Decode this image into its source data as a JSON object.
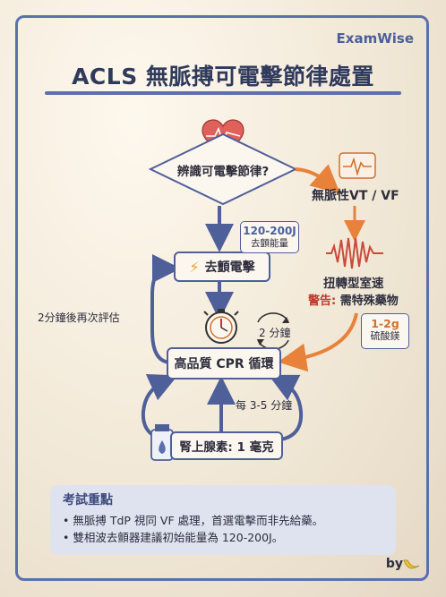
{
  "brand": "ExamWise",
  "title": "ACLS 無脈搏可電擊節律處置",
  "decision": "辨識可電擊節律?",
  "branch": {
    "vt_vf": "無脈性VT / VF",
    "tdp": "扭轉型室速",
    "warning_label": "警告:",
    "warning_text": "需特殊藥物",
    "drug_dose": "1-2g",
    "drug_name": "硫酸鎂"
  },
  "shock": {
    "label": "去顫電擊",
    "energy": "120-200J",
    "energy_caption": "去顫能量"
  },
  "cpr": {
    "label": "高品質 CPR 循環",
    "duration": "2 分鐘"
  },
  "loop_label": "2分鐘後再次評估",
  "epinephrine": {
    "label": "腎上腺素: 1 毫克",
    "interval": "每 3-5 分鐘"
  },
  "notes": {
    "title": "考試重點",
    "items": [
      "無脈搏 TdP 視同 VF 處理，首選電擊而非先給藥。",
      "雙相波去顫器建議初始能量為 120-200J。"
    ]
  },
  "signature": "by",
  "colors": {
    "accent": "#5c6fae",
    "orange": "#e8823a",
    "warning": "#c0392b",
    "heart": "#e0605a"
  },
  "icons": [
    "heart-monitor-icon",
    "ecg-monitor-icon",
    "torsades-wave-icon",
    "lightning-icon",
    "stopwatch-icon",
    "refresh-icon",
    "syringe-vial-icon",
    "banana-icon"
  ]
}
